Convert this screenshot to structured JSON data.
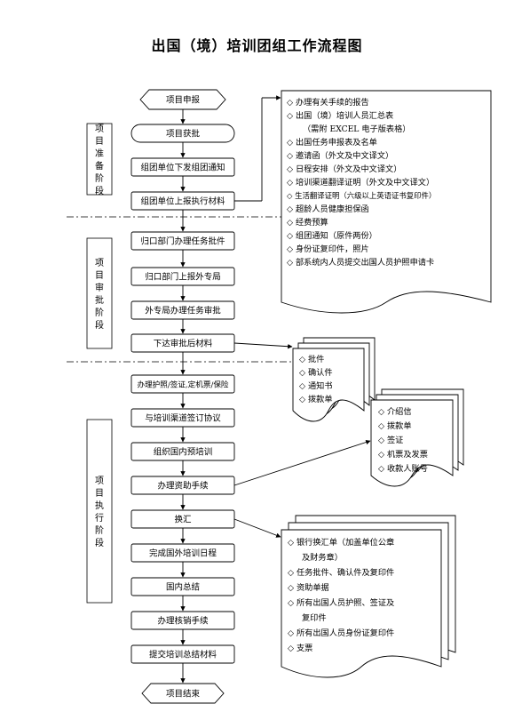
{
  "title": "出国（境）培训团组工作流程图",
  "stages": [
    "项目准备阶段",
    "项目审批阶段",
    "项目执行阶段"
  ],
  "steps": [
    "项目申报",
    "项目获批",
    "组团单位下发组团通知",
    "组团单位上报执行材料",
    "归口部门办理任务批件",
    "归口部门上报外专局",
    "外专局办理任务审批",
    "下达审批后材料",
    "办理护照/签证,定机票/保险",
    "与培训渠道签订协议",
    "组织国内预培训",
    "办理资助手续",
    "换汇",
    "完成国外培训日程",
    "国内总结",
    "办理核销手续",
    "提交培训总结材料",
    "项目结束"
  ],
  "docs": {
    "prep": [
      "办理有关手续的报告",
      "出国（境）培训人员汇总表",
      "（需附 EXCEL 电子版表格）",
      "出国任务申报表及名单",
      "邀请函（外文及中文译文）",
      "日程安排（外文及中文译文）",
      "培训渠道翻译证明（外文及中文译文）",
      "生活翻译证明（六级以上英语证书复印件）",
      "超龄人员健康担保函",
      "经费预算",
      "组团通知（原件两份）",
      "身份证复印件，照片",
      "部系统内人员提交出国人员护照申请卡"
    ],
    "approval": [
      "批件",
      "确认件",
      "通知书",
      "拨款单"
    ],
    "funding": [
      "介绍信",
      "拨款单",
      "签证",
      "机票及发票",
      "收款人账号"
    ],
    "exchange": [
      "银行换汇单（加盖单位公章",
      "及财务章）",
      "任务批件、确认件及复印件",
      "资助单据",
      "所有出国人员护照、签证及",
      "复印件",
      "所有出国人员身份证复印件",
      "支票"
    ]
  },
  "bullet": "◇"
}
